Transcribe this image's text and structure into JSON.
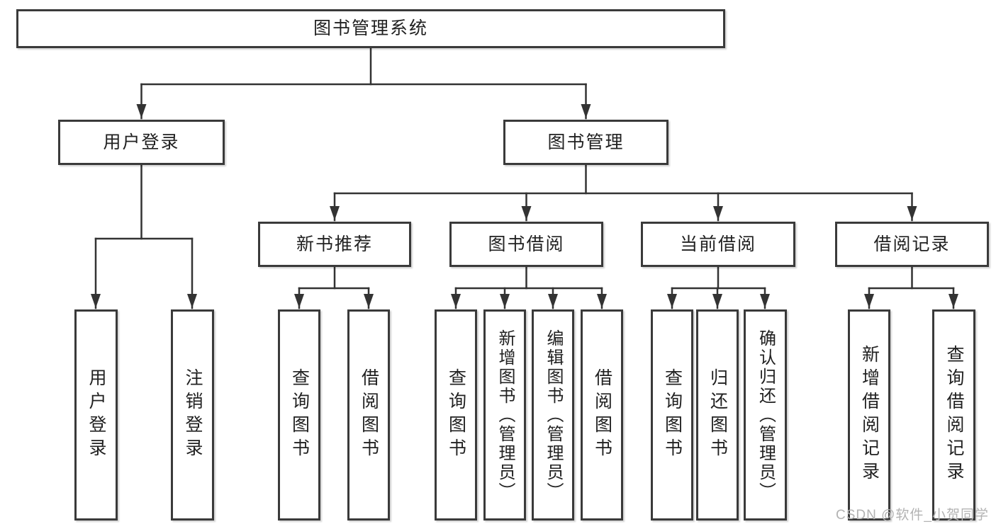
{
  "diagram": {
    "root": {
      "label": "图书管理系统"
    },
    "level2": [
      {
        "label": "用户登录"
      },
      {
        "label": "图书管理"
      }
    ],
    "level3": [
      {
        "label": "新书推荐"
      },
      {
        "label": "图书借阅"
      },
      {
        "label": "当前借阅"
      },
      {
        "label": "借阅记录"
      }
    ],
    "leaves": [
      {
        "label": "用户登录"
      },
      {
        "label": "注销登录"
      },
      {
        "label": "查询图书"
      },
      {
        "label": "借阅图书"
      },
      {
        "label": "查询图书"
      },
      {
        "label": "新增图书（管理员）"
      },
      {
        "label": "编辑图书（管理员）"
      },
      {
        "label": "借阅图书"
      },
      {
        "label": "查询图书"
      },
      {
        "label": "归还图书"
      },
      {
        "label": "确认归还（管理员）"
      },
      {
        "label": "新增借阅记录"
      },
      {
        "label": "查询借阅记录"
      }
    ]
  },
  "watermark": {
    "text": "CSDN @软件_小贺同学"
  },
  "colors": {
    "background": "#ffffff",
    "line": "#333333",
    "box_border": "#3a3a3a",
    "box_fill": "#ffffff",
    "text": "#212121",
    "watermark": "#b3b3b3"
  }
}
